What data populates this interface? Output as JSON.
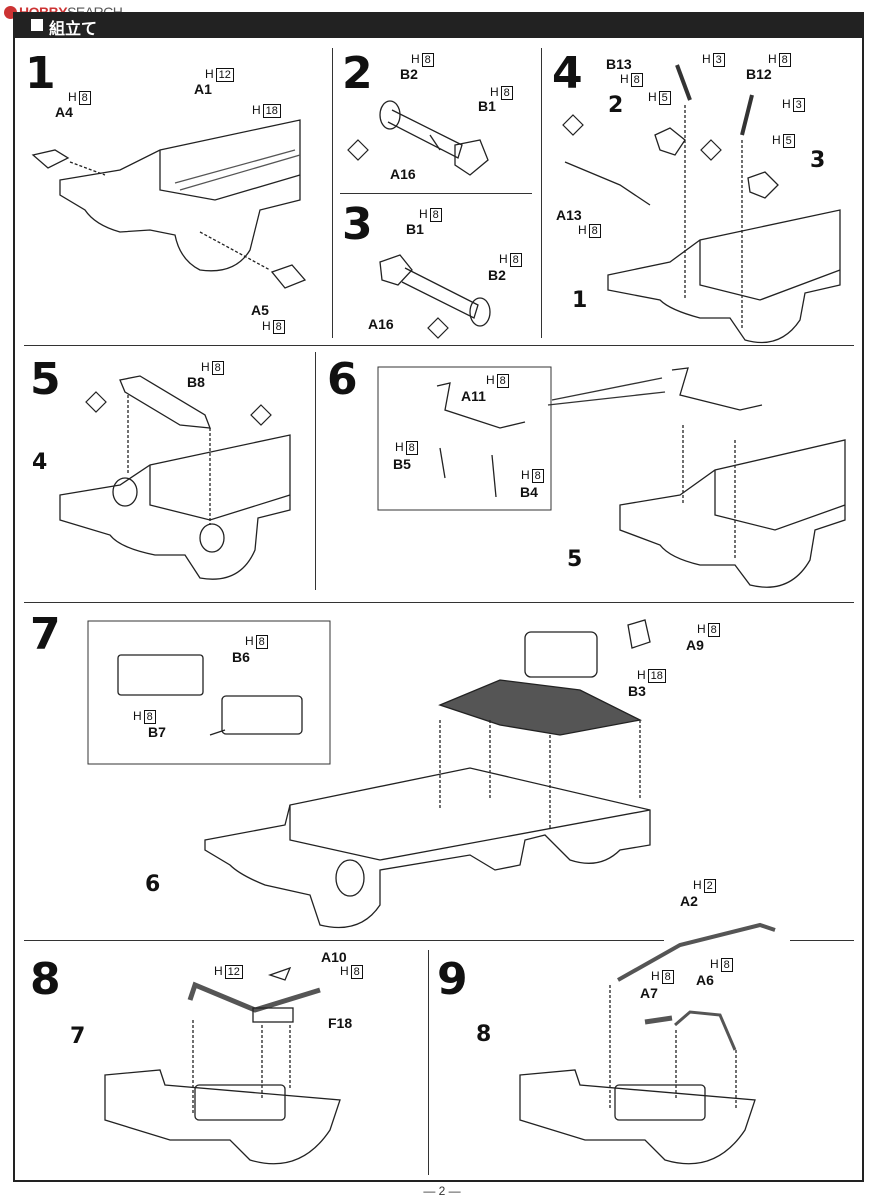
{
  "watermark": {
    "brand": "HOBBY",
    "suffix": "SEARCH"
  },
  "header": {
    "title": "組立て"
  },
  "page_number": "— 2 —",
  "steps": {
    "s1": {
      "number": "1",
      "a1": {
        "part": "A1",
        "runner": "H",
        "rnum": "12"
      },
      "h18": {
        "runner": "H",
        "rnum": "18"
      },
      "a4": {
        "part": "A4",
        "runner": "H",
        "rnum": "8"
      },
      "a5": {
        "part": "A5",
        "runner": "H",
        "rnum": "8"
      }
    },
    "s2": {
      "number": "2",
      "b2": {
        "part": "B2",
        "runner": "H",
        "rnum": "8"
      },
      "b1": {
        "part": "B1",
        "runner": "H",
        "rnum": "8"
      },
      "a16": {
        "part": "A16"
      }
    },
    "s3": {
      "number": "3",
      "b1": {
        "part": "B1",
        "runner": "H",
        "rnum": "8"
      },
      "b2": {
        "part": "B2",
        "runner": "H",
        "rnum": "8"
      },
      "a16": {
        "part": "A16"
      }
    },
    "s4": {
      "number": "4",
      "b13": {
        "part": "B13",
        "runner": "H",
        "rnum": "8"
      },
      "b13_h3": {
        "runner": "H",
        "rnum": "3"
      },
      "b13_h5": {
        "runner": "H",
        "rnum": "5"
      },
      "b12": {
        "part": "B12",
        "runner": "H",
        "rnum": "8"
      },
      "b12_h3": {
        "runner": "H",
        "rnum": "3"
      },
      "b12_h5": {
        "runner": "H",
        "rnum": "5"
      },
      "a13": {
        "part": "A13",
        "runner": "H",
        "rnum": "8"
      },
      "ref2": "2",
      "ref3": "3",
      "ref1": "1"
    },
    "s5": {
      "number": "5",
      "b8": {
        "part": "B8",
        "runner": "H",
        "rnum": "8"
      },
      "ref4": "4"
    },
    "s6": {
      "number": "6",
      "a11": {
        "part": "A11",
        "runner": "H",
        "rnum": "8"
      },
      "b5": {
        "part": "B5",
        "runner": "H",
        "rnum": "8"
      },
      "b4": {
        "part": "B4",
        "runner": "H",
        "rnum": "8"
      },
      "ref5": "5"
    },
    "s7": {
      "number": "7",
      "b6": {
        "part": "B6",
        "runner": "H",
        "rnum": "8"
      },
      "b7": {
        "part": "B7",
        "runner": "H",
        "rnum": "8"
      },
      "a9": {
        "part": "A9",
        "runner": "H",
        "rnum": "8"
      },
      "b3": {
        "part": "B3",
        "runner": "H",
        "rnum": "18"
      },
      "ref6": "6"
    },
    "s8": {
      "number": "8",
      "a10": {
        "part": "A10",
        "runner": "H",
        "rnum": "8"
      },
      "h12": {
        "runner": "H",
        "rnum": "12"
      },
      "f18": {
        "part": "F18"
      },
      "ref7": "7"
    },
    "s9": {
      "number": "9",
      "a2": {
        "part": "A2",
        "runner": "H",
        "rnum": "2"
      },
      "a7": {
        "part": "A7",
        "runner": "H",
        "rnum": "8"
      },
      "a6": {
        "part": "A6",
        "runner": "H",
        "rnum": "8"
      },
      "ref8": "8"
    }
  }
}
